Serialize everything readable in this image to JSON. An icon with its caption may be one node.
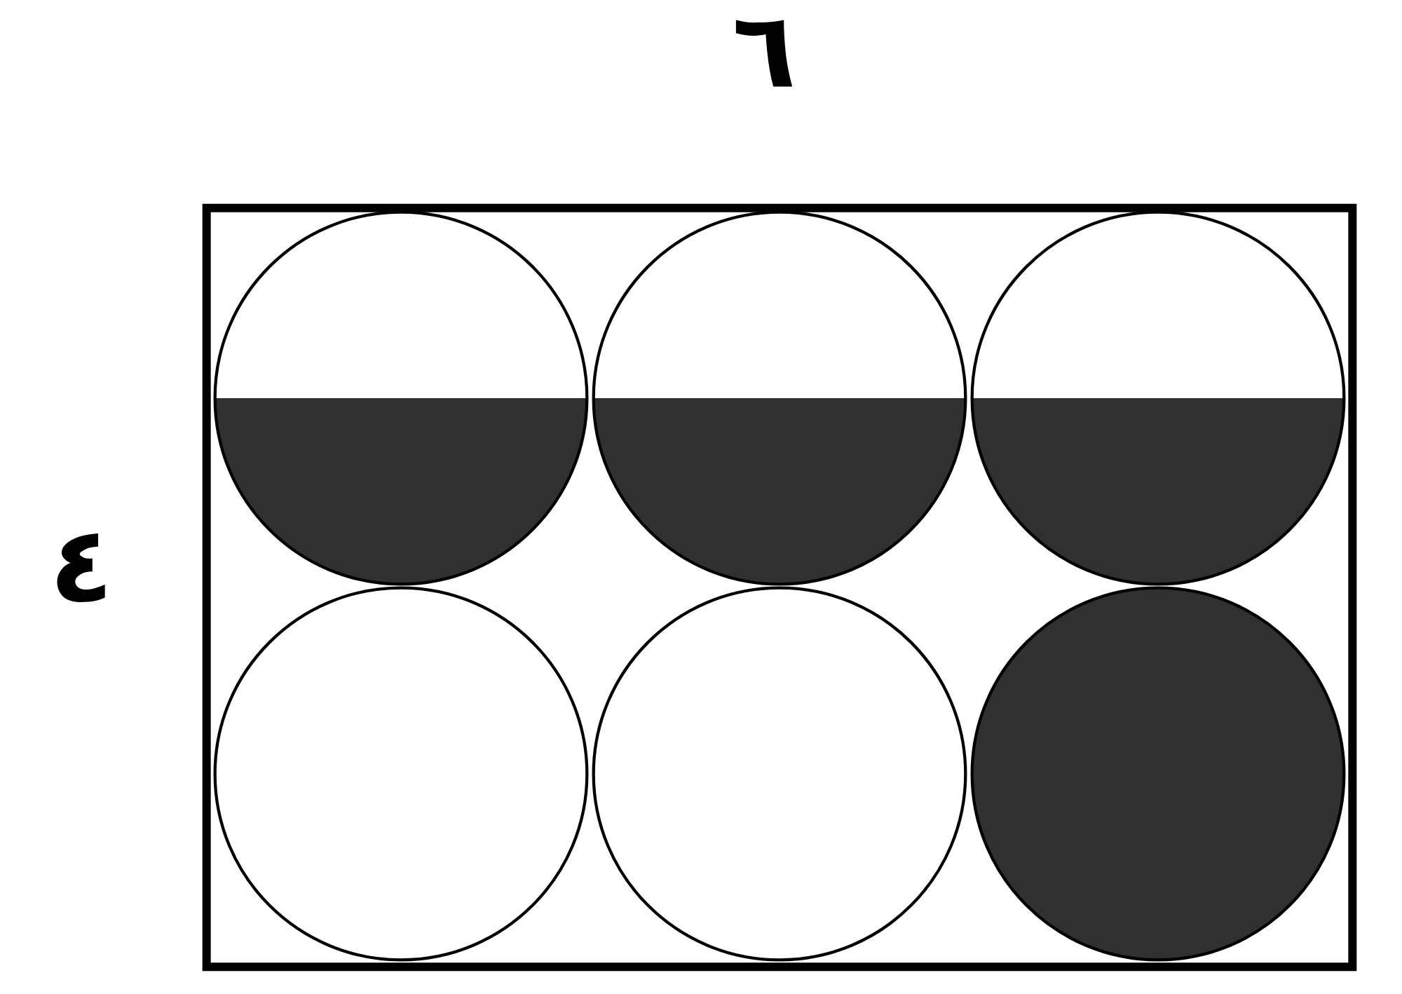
{
  "diagram": {
    "nodes": [
      {
        "text": [],
        "shape": "box"
      },
      {
        "text": [],
        "shape": "circle",
        "in": 0
      },
      {
        "text": [],
        "shape": "circle",
        "in": 0
      },
      {
        "text": [],
        "shape": "circle",
        "in": 0
      },
      {
        "text": [],
        "shape": "circle",
        "in": 0
      },
      {
        "text": [],
        "shape": "circle",
        "in": 0
      },
      {
        "text": [],
        "shape": "circle",
        "in": 0
      }
    ],
    "labels": [
      "٦",
      "٤"
    ]
  }
}
